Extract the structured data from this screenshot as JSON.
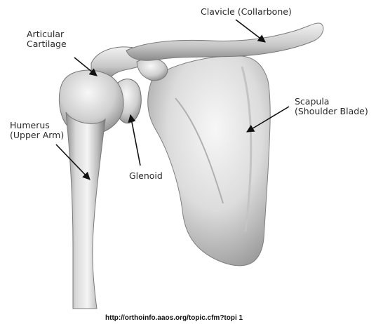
{
  "labels": {
    "clavicle": "Clavicle (Collarbone)",
    "articular_line1": "Articular",
    "articular_line2": "Cartilage",
    "scapula_line1": "Scapula",
    "scapula_line2": "(Shoulder Blade)",
    "humerus_line1": "Humerus",
    "humerus_line2": "(Upper Arm)",
    "glenoid": "Glenoid"
  },
  "source_credit": "http://orthoinfo.aaos.org/topic.cfm?topi 1"
}
